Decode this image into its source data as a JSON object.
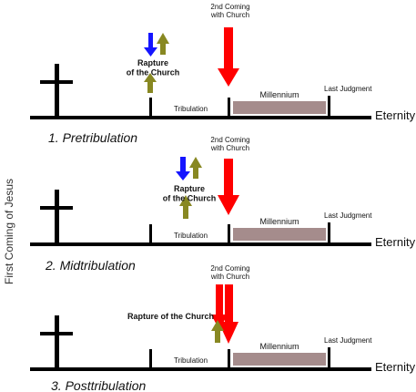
{
  "side_label": "First Coming of Jesus",
  "colors": {
    "line": "#000000",
    "millennium": "#a58c8c",
    "return_arrow": "#ff0000",
    "rapture_down": "#1515ff",
    "rapture_up": "#888822"
  },
  "panels": [
    {
      "caption": "1. Pretribulation",
      "second_coming": "2nd Coming\nwith Church",
      "rapture": "Rapture\nof the Church",
      "tribulation": "Tribulation",
      "millennium": "Millennium",
      "last_judgment": "Last Judgment",
      "eternity": "Eternity"
    },
    {
      "caption": "2. Midtribulation",
      "second_coming": "2nd Coming\nwith Church",
      "rapture": "Rapture\nof the Church",
      "tribulation": "Tribulation",
      "millennium": "Millennium",
      "last_judgment": "Last Judgment",
      "eternity": "Eternity"
    },
    {
      "caption": "3. Posttribulation",
      "second_coming": "2nd Coming\nwith Church",
      "rapture": "Rapture of the Church",
      "tribulation": "Tribulation",
      "millennium": "Millennium",
      "last_judgment": "Last Judgment",
      "eternity": "Eternity"
    }
  ]
}
